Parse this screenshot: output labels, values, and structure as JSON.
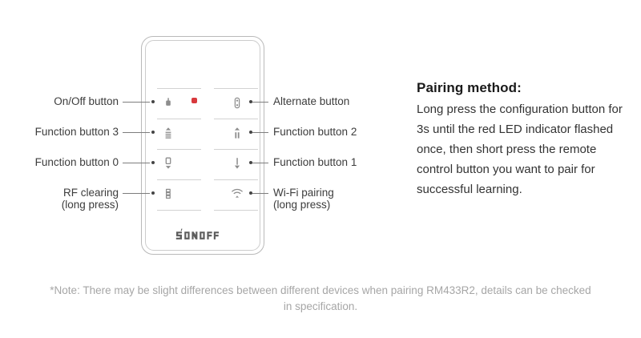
{
  "device": {
    "brand_logo_text": "SONOFF",
    "led": {
      "name": "red-led-indicator",
      "color": "#d8393d"
    }
  },
  "callouts": {
    "left": [
      {
        "label": "On/Off button",
        "icon": "power-button-icon"
      },
      {
        "label": "Function button 3",
        "icon": "blinds-up-icon"
      },
      {
        "label": "Function button 0",
        "icon": "blinds-down-icon"
      },
      {
        "label": "RF clearing\n(long press)",
        "icon": "rf-signal-icon"
      }
    ],
    "right": [
      {
        "label": "Alternate button",
        "icon": "alternate-switch-icon"
      },
      {
        "label": "Function button 2",
        "icon": "up-stop-icon"
      },
      {
        "label": "Function button 1",
        "icon": "down-arrow-icon"
      },
      {
        "label": "Wi-Fi pairing\n(long press)",
        "icon": "wifi-icon"
      }
    ]
  },
  "pairing": {
    "title": "Pairing method:",
    "body": "Long press the configuration button for 3s until the red LED indicator flashed once, then short press the remote control button you want to pair for successful learning."
  },
  "note": {
    "text": "*Note: There may be slight differences between different devices when pairing RM433R2, details can be checked in specification."
  }
}
